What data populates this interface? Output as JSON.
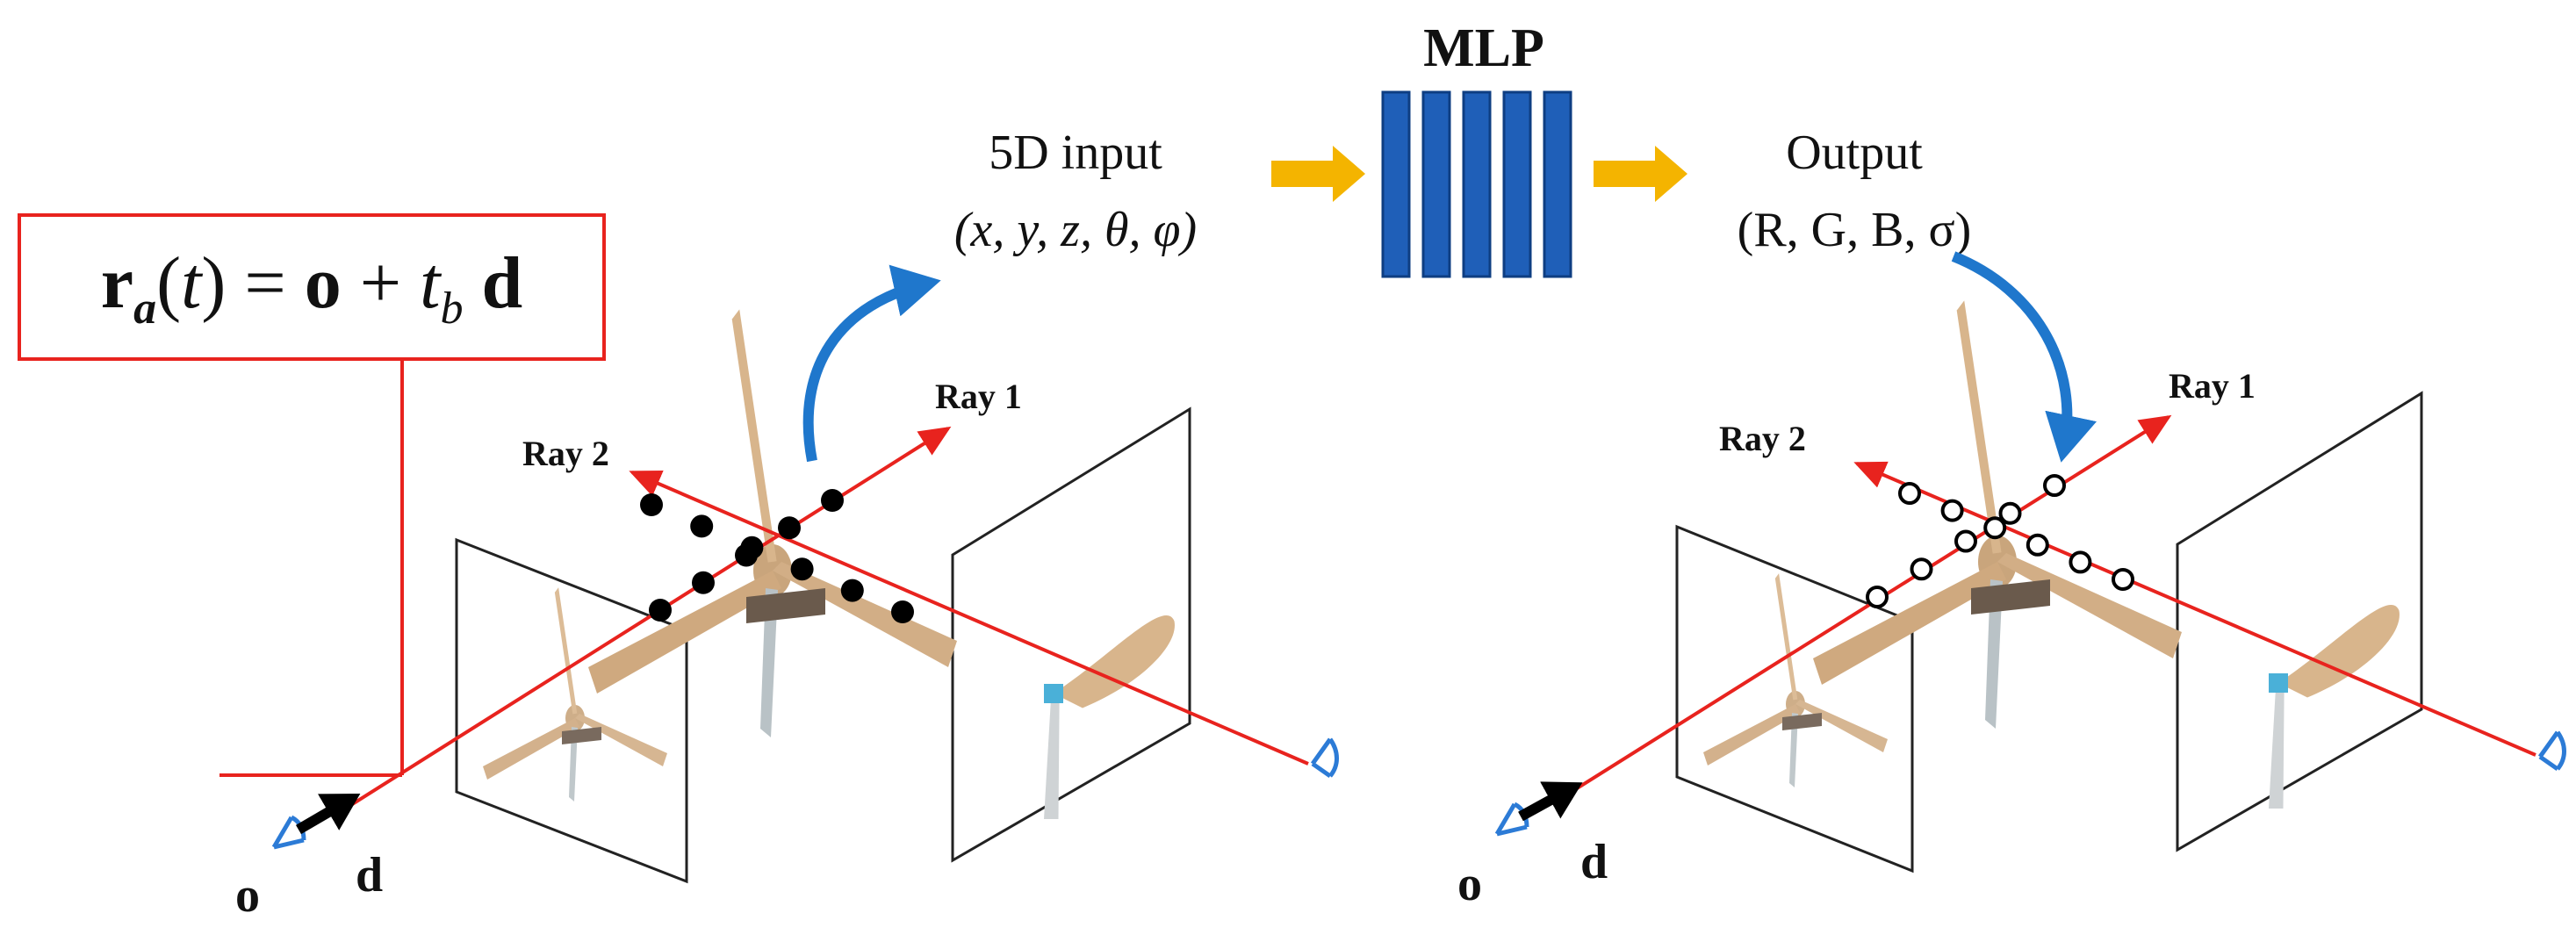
{
  "equation": {
    "r": "r",
    "r_sub": "a",
    "t_open": "(",
    "t": "t",
    "t_close": ")",
    "eq": " = ",
    "o": "o",
    "plus": " + ",
    "tb": "t",
    "tb_sub": "b",
    "d": "d"
  },
  "left_scene": {
    "ray1_label": "Ray 1",
    "ray2_label": "Ray 2",
    "origin_label": "o",
    "direction_label": "d"
  },
  "right_scene": {
    "ray1_label": "Ray 1",
    "ray2_label": "Ray 2",
    "origin_label": "o",
    "direction_label": "d"
  },
  "input": {
    "title": "5D input",
    "vars": "(x, y, z, θ, φ)"
  },
  "mlp": {
    "title": "MLP",
    "layer_count": 5
  },
  "output": {
    "title": "Output",
    "vars": "(R, G, B, σ)"
  },
  "colors": {
    "ray": "#e8231e",
    "curve_arrow": "#1f77cc",
    "flow_arrow": "#f4b400",
    "mlp_fill": "#1f5fb8",
    "eye": "#2c7bd6",
    "blade": "#d8b58c"
  }
}
